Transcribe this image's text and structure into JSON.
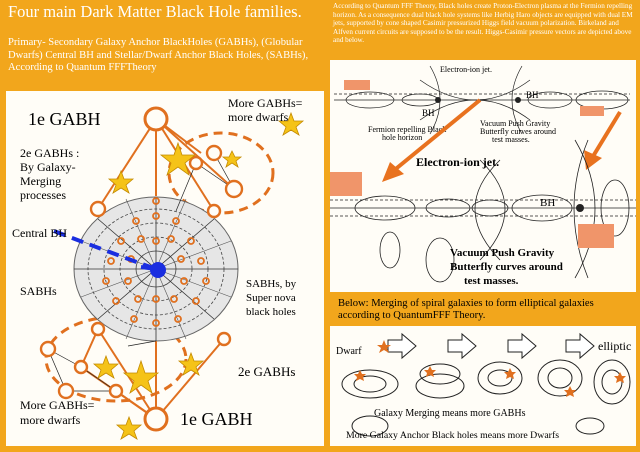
{
  "header": {
    "title": "Four main Dark Matter Black Hole families.",
    "intro": "Primary- Secondary Galaxy Anchor BlackHoles (GABHs), (Globular Dwarfs) Central BH and Stellar/Dwarf Anchor Black Holes, (SABHs), According to Quantum FFFTheory"
  },
  "left_diagram": {
    "top_gabh": "1e GABH",
    "more_gabhs_top_1": "More GABHs=",
    "more_gabhs_top_2": "more dwarfs",
    "merging_1": "2e GABHs :",
    "merging_2": "By Galaxy-",
    "merging_3": "Merging",
    "merging_4": "processes",
    "central_bh": "Central BH",
    "sabhs": "SABHs",
    "sabhs_super_1": "SABHs, by",
    "sabhs_super_2": "Super nova",
    "sabhs_super_3": "black holes",
    "secondary_gabhs": "2e GABHs",
    "more_gabhs_bottom_1": "More GABHs=",
    "more_gabhs_bottom_2": "more dwarfs",
    "bottom_gabh": "1e GABH"
  },
  "right_top": {
    "note": "According to Quantum FFF Theory, Black holes create Proton-Electron plasma at the Fermion repelling horizon. As a consequence dual black hole systems like Herbig Haro objects are equipped with dual EM jets, supported by cone shaped Casimir pressurized Higgs field vacuum polarization. Birkeland and Alfven current circuits are supposed to be the result. Higgs-Casimir pressure vectors are depicted above and below.",
    "small_electron_jet": "Electron-ion jet.",
    "small_bh_left": "BH",
    "small_bh_right": "BH",
    "fermion_1": "Fermion repelling Black",
    "fermion_2": "hole horizon",
    "vpg_small_1": "Vacuum Push Gravity",
    "vpg_small_2": "Butterfly curves around",
    "vpg_small_3": "test masses.",
    "big_electron_jet": "Electron-ion jet.",
    "big_bh": "BH",
    "vpg_big_1": "Vacuum Push Gravity",
    "vpg_big_2": "Butterfly curves around",
    "vpg_big_3": "test masses."
  },
  "right_bottom": {
    "caption": "Below: Merging of spiral galaxies to form elliptical galaxies according to QuantumFFF Theory.",
    "dwarf": "Dwarf",
    "elliptic": "elliptic",
    "galaxy_merging": "Galaxy Merging means more GABHs",
    "more_anchor": "More Galaxy Anchor Black holes means more Dwarfs"
  },
  "colors": {
    "orange_frame": "#f2a61c",
    "gabh_orange": "#e0701f",
    "star_yellow": "#f5c318",
    "bh_blue": "#1a2ee0",
    "arrow_orange": "#e8721f",
    "block_salmon": "#f0956a"
  }
}
